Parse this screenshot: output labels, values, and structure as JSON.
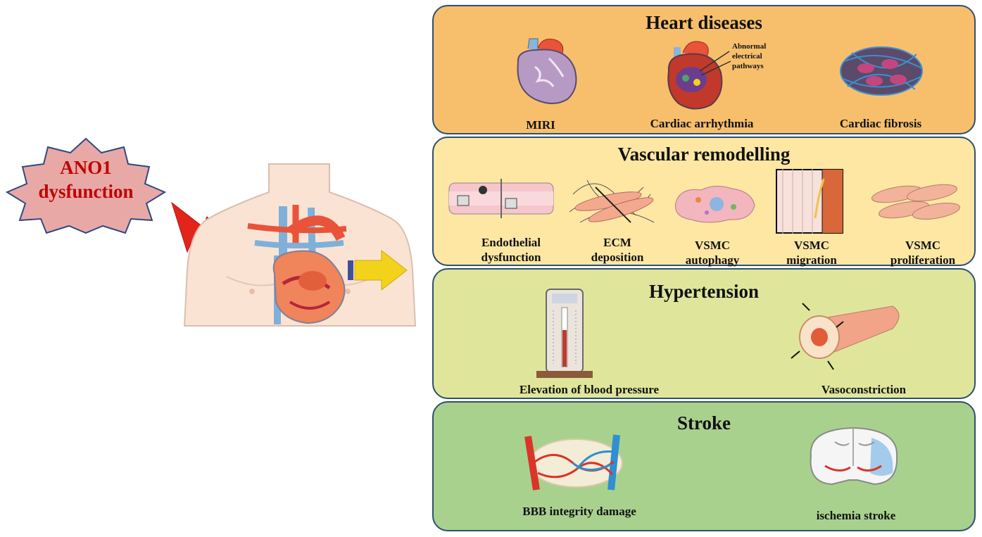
{
  "trigger": {
    "line1": "ANO1",
    "line2": "dysfunction"
  },
  "panels": {
    "heart": {
      "title": "Heart diseases",
      "items": [
        {
          "label": "MIRI"
        },
        {
          "label": "Cardiac arrhythmia"
        },
        {
          "label": "Cardiac fibrosis"
        }
      ],
      "annotation": [
        "Abnormal",
        "electrical",
        "pathways"
      ]
    },
    "vascular": {
      "title": "Vascular remodelling",
      "items": [
        {
          "line1": "Endothelial",
          "line2": "dysfunction"
        },
        {
          "line1": "ECM",
          "line2": "deposition"
        },
        {
          "line1": "VSMC",
          "line2": "autophagy"
        },
        {
          "line1": "VSMC",
          "line2": "migration"
        },
        {
          "line1": "VSMC",
          "line2": "proliferation"
        }
      ]
    },
    "hypertension": {
      "title": "Hypertension",
      "items": [
        {
          "label": "Elevation of blood pressure"
        },
        {
          "label": "Vasoconstriction"
        }
      ]
    },
    "stroke": {
      "title": "Stroke",
      "items": [
        {
          "label": "BBB integrity damage"
        },
        {
          "label": "ischemia stroke"
        }
      ]
    }
  },
  "colors": {
    "heart_panel": "#f7bf6c",
    "vascular_panel": "#fde7a3",
    "hypertension_panel": "#dfe69b",
    "stroke_panel": "#a9d18e",
    "trigger_fill": "#e8a9a6",
    "trigger_text": "#c00000",
    "lightning": "#e3241b",
    "arrow": "#f3d21c"
  }
}
